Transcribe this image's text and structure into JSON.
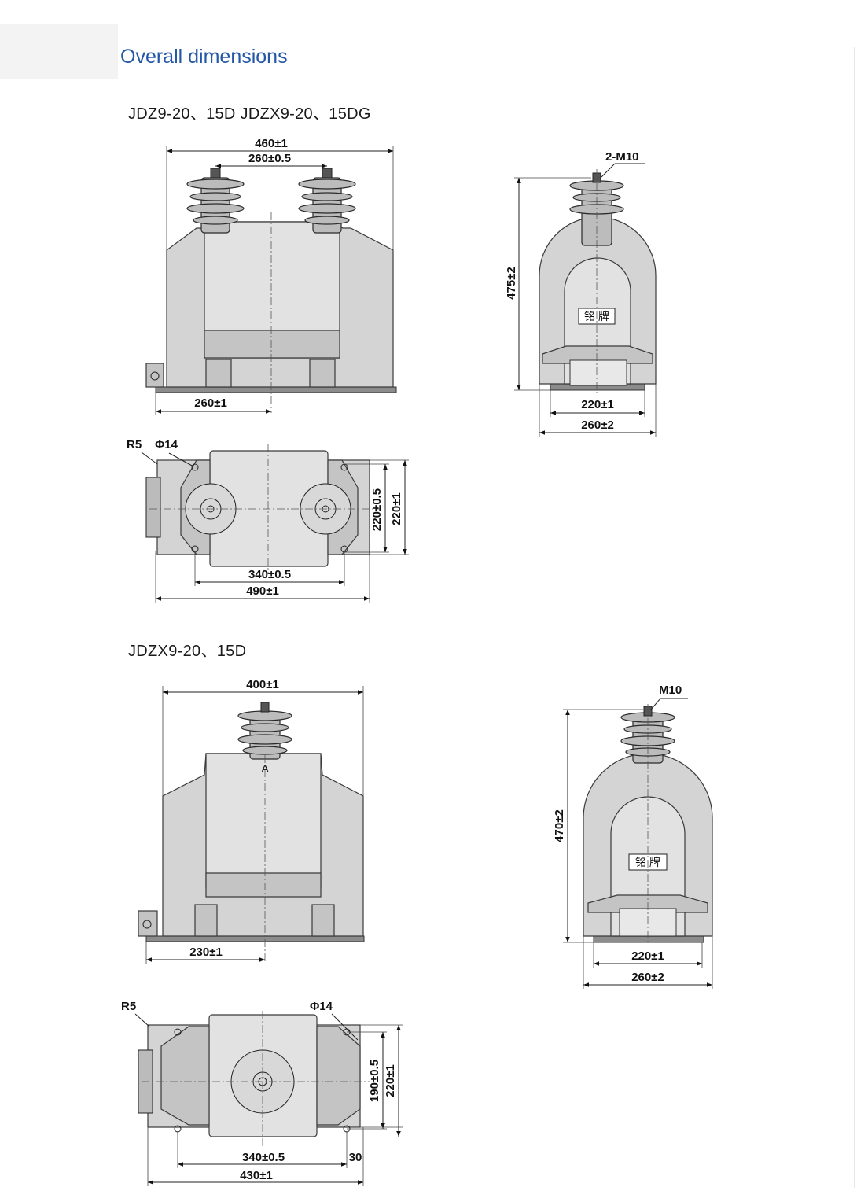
{
  "page": {
    "title": "Overall dimensions"
  },
  "section1": {
    "model": "JDZ9-20、15D   JDZX9-20、15DG",
    "front": {
      "overall_width": "460±1",
      "bushing_spacing": "260±0.5",
      "base_offset": "260±1"
    },
    "side": {
      "terminal": "2-M10",
      "height": "475±2",
      "inner_width": "220±1",
      "outer_width": "260±2"
    },
    "plan": {
      "fillet": "R5",
      "hole": "Φ14",
      "hole_pitch_y": "220±0.5",
      "width_y": "220±1",
      "hole_pitch_x": "340±0.5",
      "length_x": "490±1"
    },
    "nameplate": "铭 牌"
  },
  "section2": {
    "model": "JDZX9-20、15D",
    "front": {
      "overall_width": "400±1",
      "terminal_mark": "A",
      "base_offset": "230±1"
    },
    "side": {
      "terminal": "M10",
      "height": "470±2",
      "inner_width": "220±1",
      "outer_width": "260±2"
    },
    "plan": {
      "fillet": "R5",
      "hole": "Φ14",
      "hole_pitch_y": "190±0.5",
      "width_y": "220±1",
      "hole_pitch_x": "340±0.5",
      "edge_offset": "30",
      "length_x": "430±1"
    },
    "nameplate": "铭 牌"
  },
  "colors": {
    "title": "#2458a6",
    "body": "#d4d4d4",
    "line": "#222222"
  }
}
